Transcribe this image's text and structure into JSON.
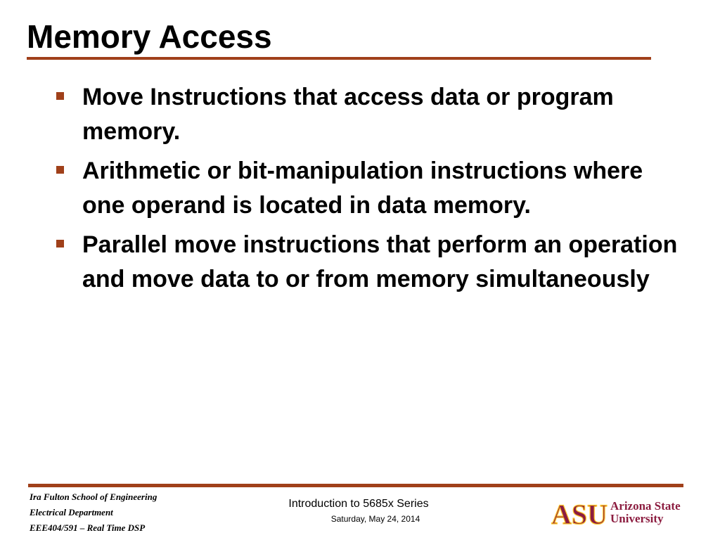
{
  "slide": {
    "title": "Memory Access",
    "bullets": [
      "Move Instructions that access data or program memory.",
      "Arithmetic or bit-manipulation instructions where one operand is located in data memory.",
      "Parallel move instructions that perform an operation and move data to or from memory simultaneously"
    ]
  },
  "footer": {
    "school": "Ira Fulton School of Engineering",
    "department": "Electrical Department",
    "course": "EEE404/591 – Real Time DSP",
    "series": "Introduction to 5685x Series",
    "date": "Saturday, May 24, 2014"
  },
  "logo": {
    "mark": "ASU",
    "line1": "Arizona State",
    "line2": "University"
  },
  "colors": {
    "accent": "#a0401a",
    "asu_maroon": "#8c1d40",
    "asu_gold": "#ffc627"
  }
}
